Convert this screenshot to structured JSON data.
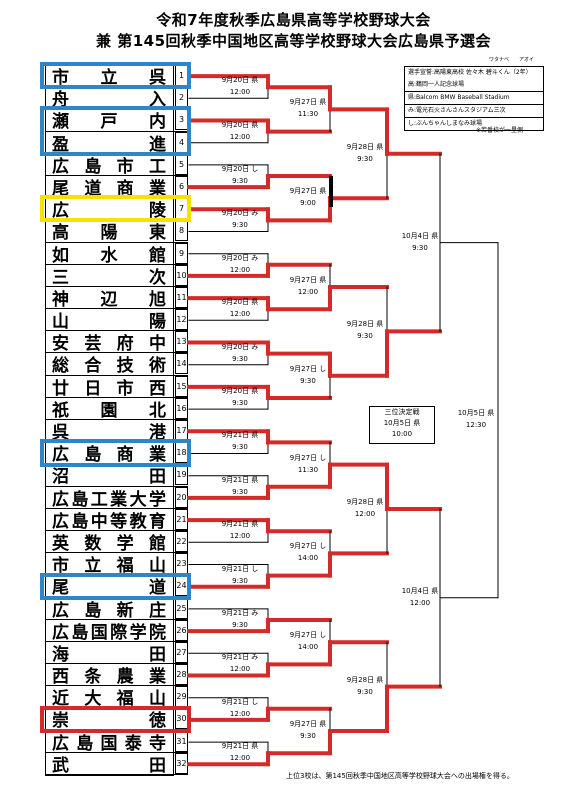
{
  "title": {
    "line1": "令和7年度秋季広島県高等学校野球大会",
    "line2": "兼 第145回秋季中国地区高等学校野球大会広島県予選会"
  },
  "info": {
    "ruby": "ワタナベ　　アオイ",
    "oath": "選手宣誓:高陽東高校 佐々木 碧斗くん（2年）",
    "venues": [
      "高:鶴岡一人記念球場",
      "県:Balcom BMW Baseball Stadium",
      "み:電光石火さんさんスタジアム三次",
      "し:ぶんちゃんしまなみ球場"
    ],
    "note": "※若番校が一塁側"
  },
  "teams": [
    {
      "num": "1",
      "chars": [
        "市",
        "立",
        "呉"
      ]
    },
    {
      "num": "2",
      "chars": [
        "舟",
        "入"
      ]
    },
    {
      "num": "3",
      "chars": [
        "瀬",
        "戸",
        "内"
      ]
    },
    {
      "num": "4",
      "chars": [
        "盈",
        "進"
      ]
    },
    {
      "num": "5",
      "chars": [
        "広",
        "島",
        "市",
        "工"
      ]
    },
    {
      "num": "6",
      "chars": [
        "尾",
        "道",
        "商",
        "業"
      ]
    },
    {
      "num": "7",
      "chars": [
        "広",
        "陵"
      ]
    },
    {
      "num": "8",
      "chars": [
        "高",
        "陽",
        "東"
      ]
    },
    {
      "num": "9",
      "chars": [
        "如",
        "水",
        "館"
      ]
    },
    {
      "num": "10",
      "chars": [
        "三",
        "次"
      ]
    },
    {
      "num": "11",
      "chars": [
        "神",
        "辺",
        "旭"
      ]
    },
    {
      "num": "12",
      "chars": [
        "山",
        "陽"
      ]
    },
    {
      "num": "13",
      "chars": [
        "安",
        "芸",
        "府",
        "中"
      ]
    },
    {
      "num": "14",
      "chars": [
        "総",
        "合",
        "技",
        "術"
      ]
    },
    {
      "num": "15",
      "chars": [
        "廿",
        "日",
        "市",
        "西"
      ]
    },
    {
      "num": "16",
      "chars": [
        "祇",
        "園",
        "北"
      ]
    },
    {
      "num": "17",
      "chars": [
        "呉",
        "港"
      ]
    },
    {
      "num": "18",
      "chars": [
        "広",
        "島",
        "商",
        "業"
      ]
    },
    {
      "num": "19",
      "chars": [
        "沼",
        "田"
      ]
    },
    {
      "num": "20",
      "chars": [
        "広",
        "島",
        "工",
        "業",
        "大",
        "学"
      ]
    },
    {
      "num": "21",
      "chars": [
        "広",
        "島",
        "中",
        "等",
        "教",
        "育"
      ]
    },
    {
      "num": "22",
      "chars": [
        "英",
        "数",
        "学",
        "館"
      ]
    },
    {
      "num": "23",
      "chars": [
        "市",
        "立",
        "福",
        "山"
      ]
    },
    {
      "num": "24",
      "chars": [
        "尾",
        "道"
      ]
    },
    {
      "num": "25",
      "chars": [
        "広",
        "島",
        "新",
        "庄"
      ]
    },
    {
      "num": "26",
      "chars": [
        "広",
        "島",
        "国",
        "際",
        "学",
        "院"
      ]
    },
    {
      "num": "27",
      "chars": [
        "海",
        "田"
      ]
    },
    {
      "num": "28",
      "chars": [
        "西",
        "条",
        "農",
        "業"
      ]
    },
    {
      "num": "29",
      "chars": [
        "近",
        "大",
        "福",
        "山"
      ]
    },
    {
      "num": "30",
      "chars": [
        "崇",
        "徳"
      ]
    },
    {
      "num": "31",
      "chars": [
        "広",
        "島",
        "国",
        "泰",
        "寺"
      ]
    },
    {
      "num": "32",
      "chars": [
        "武",
        "田"
      ]
    }
  ],
  "round1": [
    {
      "date": "9月20日 県",
      "time": "12:00"
    },
    {
      "date": "9月20日 県",
      "time": "12:00"
    },
    {
      "date": "9月20日 し",
      "time": "9:30"
    },
    {
      "date": "9月20日 み",
      "time": "9:30"
    },
    {
      "date": "9月20日 み",
      "time": "12:00"
    },
    {
      "date": "9月20日 県",
      "time": "12:00"
    },
    {
      "date": "9月20日 み",
      "time": "9:30"
    },
    {
      "date": "9月20日 県",
      "time": "9:30"
    },
    {
      "date": "9月21日 県",
      "time": "9:30"
    },
    {
      "date": "9月21日 県",
      "time": "9:30"
    },
    {
      "date": "9月21日 県",
      "time": "12:00"
    },
    {
      "date": "9月21日 し",
      "time": "9:30"
    },
    {
      "date": "9月21日 み",
      "time": "9:30"
    },
    {
      "date": "9月21日 み",
      "time": "12:00"
    },
    {
      "date": "9月21日 し",
      "time": "12:00"
    },
    {
      "date": "9月21日 県",
      "time": "12:00"
    }
  ],
  "round2": [
    {
      "date": "9月27日 県",
      "time": "11:30"
    },
    {
      "date": "9月27日 県",
      "time": "9:00"
    },
    {
      "date": "9月27日 県",
      "time": "12:00"
    },
    {
      "date": "9月27日 し",
      "time": "9:30"
    },
    {
      "date": "9月27日 し",
      "time": "11:30"
    },
    {
      "date": "9月27日 し",
      "time": "14:00"
    },
    {
      "date": "9月27日 し",
      "time": "14:00"
    },
    {
      "date": "9月27日 県",
      "time": "9:30"
    }
  ],
  "round3": [
    {
      "date": "9月28日 県",
      "time": "9:30"
    },
    {
      "date": "9月28日 県",
      "time": "9:30"
    },
    {
      "date": "9月28日 県",
      "time": "12:00"
    },
    {
      "date": "9月28日 県",
      "time": "9:30"
    }
  ],
  "semis": [
    {
      "date": "10月4日 県",
      "time": "9:30"
    },
    {
      "date": "10月4日 県",
      "time": "12:00"
    }
  ],
  "final": {
    "date": "10月5日 県",
    "time": "12:30"
  },
  "third_place": {
    "label": "三位決定戦",
    "date": "10月5日 県",
    "time": "10:00"
  },
  "footer": "上位3校は、第145回秋季中国地区高等学校野球大会への出場権を得る。",
  "colors": {
    "red": "#d42a2a",
    "blue": "#2e86c8",
    "yellow": "#f5e200",
    "black": "#000000"
  }
}
